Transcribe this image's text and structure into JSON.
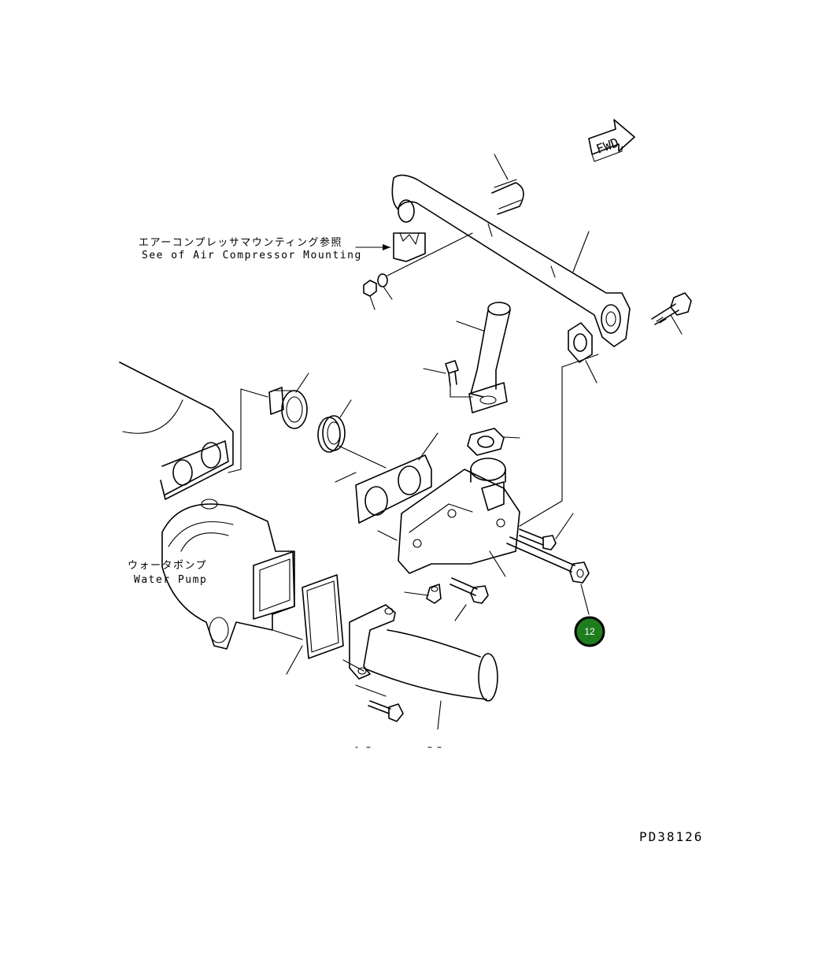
{
  "labels": {
    "air_compressor_jp": "エアーコンプレッサマウンティング参照",
    "air_compressor_en": "See of Air Compressor Mounting",
    "water_pump_jp": "ウォータポンプ",
    "water_pump_en": "Water Pump",
    "forward_arrow": "FWD",
    "drawing_number": "PD38126"
  },
  "callout": {
    "number": "12",
    "fill_color": "#1e7d1e",
    "ring_color": "#000000"
  }
}
